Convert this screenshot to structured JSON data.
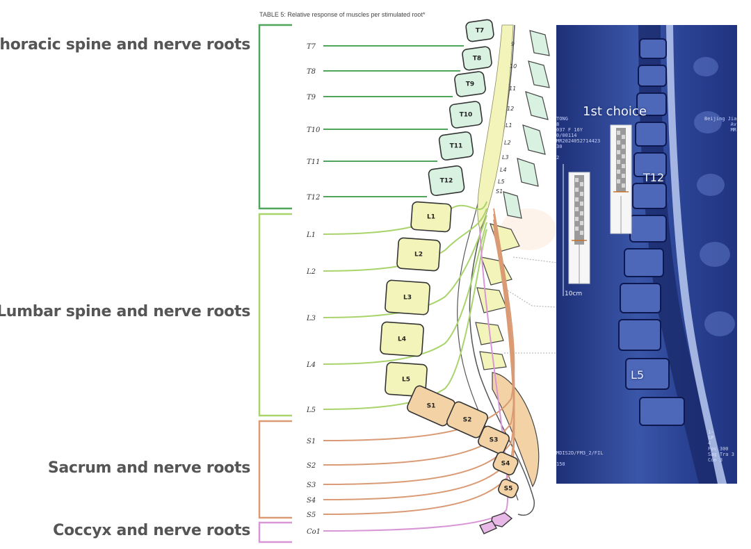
{
  "caption": "TABLE 5: Relative response of muscles per stimulated root*",
  "sections": {
    "thoracic": "Thoracic spine and nerve roots",
    "lumbar": "Lumbar spine and nerve roots",
    "sacrum": "Sacrum and nerve roots",
    "coccyx": "Coccyx and nerve roots"
  },
  "root_labels": [
    "T7",
    "T8",
    "T9",
    "T10",
    "T11",
    "T12",
    "L1",
    "L2",
    "L3",
    "L4",
    "L5",
    "S1",
    "S2",
    "S3",
    "S4",
    "S5",
    "Co1"
  ],
  "vertebra_labels": [
    "T7",
    "T8",
    "T9",
    "T10",
    "T11",
    "T12",
    "L1",
    "L2",
    "L3",
    "L4",
    "L5",
    "S1",
    "S2",
    "S3",
    "S4",
    "S5"
  ],
  "cord_labels": [
    "9",
    "10",
    "11",
    "12",
    "L1",
    "L2",
    "L3",
    "L4",
    "L5",
    "S1"
  ],
  "mri": {
    "choice_label": "1st choice",
    "t12_label": "T12",
    "l5_label": "L5",
    "scale_label": "10cm",
    "meta_left": "TONG\n8\n037 F 16Y\n0/00114\nMR2024052714423\n30\n\n2",
    "meta_right_top": "Beijing Jiangong Hos\nAv\nMR",
    "meta_bottom_left": "MDIS2D/FM3_2/FIL\n\n150",
    "meta_bottom_right": "1-\nSP\n4\nFov 300\nSag Tra 3\nCon 3"
  },
  "colors": {
    "thoracic": "#4fa65a",
    "lumbar": "#a9d36b",
    "sacral": "#d99a74",
    "coccygeal": "#d896d6",
    "mri_bg": "#2a3f8c"
  }
}
